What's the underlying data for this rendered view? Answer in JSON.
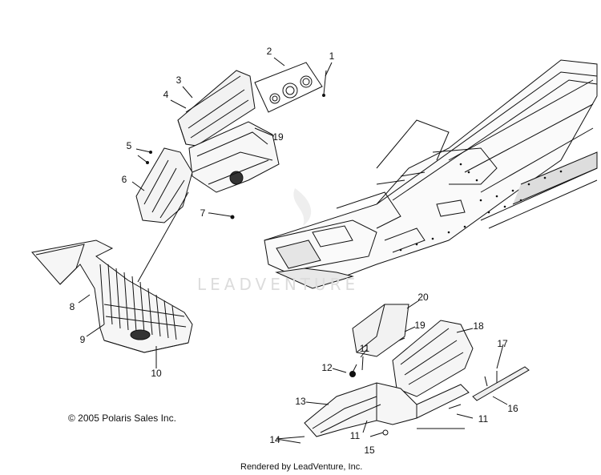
{
  "diagram": {
    "watermark_text": "LEADVENTURE",
    "copyright": "© 2005 Polaris Sales Inc.",
    "rendered_by": "Rendered by LeadVenture, Inc.",
    "callouts": [
      "1",
      "2",
      "3",
      "4",
      "19",
      "5",
      "6",
      "7",
      "8",
      "9",
      "10",
      "20",
      "19",
      "18",
      "11",
      "17",
      "12",
      "16",
      "13",
      "11",
      "14",
      "11",
      "15"
    ]
  }
}
